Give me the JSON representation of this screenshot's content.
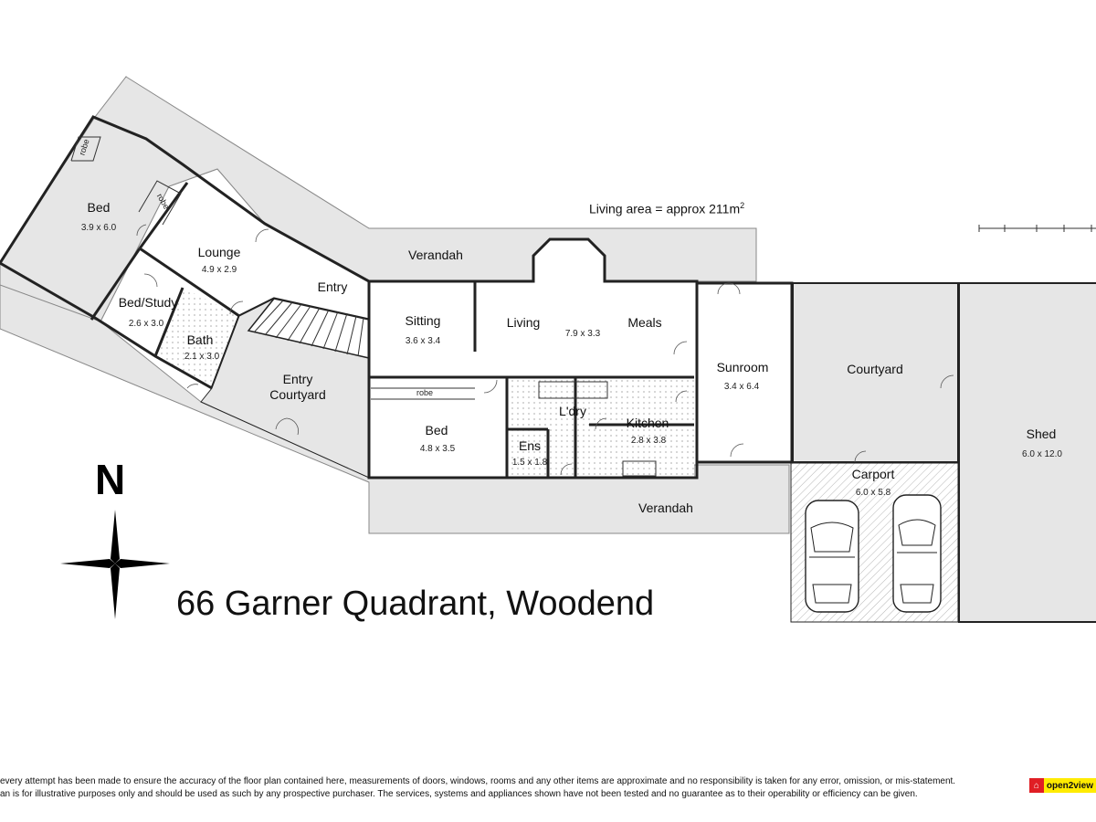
{
  "title": "66 Garner Quadrant, Woodend",
  "living_area": {
    "text": "Living area = approx 211m",
    "sup": "2"
  },
  "compass": {
    "letter": "N"
  },
  "rooms": {
    "bed1": {
      "name": "Bed",
      "dim": "3.9 x 6.0"
    },
    "robe_top": {
      "name": "robe"
    },
    "robe_side": {
      "name": "robe"
    },
    "lounge": {
      "name": "Lounge",
      "dim": "4.9 x 2.9"
    },
    "bed_study": {
      "name": "Bed/Study",
      "dim": "2.6 x 3.0"
    },
    "bath": {
      "name": "Bath",
      "dim": "2.1 x 3.0"
    },
    "entry": {
      "name": "Entry"
    },
    "entry_courtyard": {
      "name1": "Entry",
      "name2": "Courtyard"
    },
    "sitting": {
      "name": "Sitting",
      "dim": "3.6 x 3.4"
    },
    "living": {
      "name": "Living"
    },
    "meals": {
      "name": "Meals"
    },
    "living_meals_dim": "7.9 x 3.3",
    "bed2": {
      "name": "Bed",
      "dim": "4.8 x 3.5"
    },
    "robe_bed2": {
      "name": "robe"
    },
    "ens": {
      "name": "Ens",
      "dim": "1.5 x 1.8"
    },
    "ldry": {
      "name": "L'dry"
    },
    "kitchen": {
      "name": "Kitchen",
      "dim": "2.8 x 3.8"
    },
    "sunroom": {
      "name": "Sunroom",
      "dim": "3.4 x 6.4"
    },
    "courtyard": {
      "name": "Courtyard"
    },
    "carport": {
      "name": "Carport",
      "dim": "6.0 x 5.8"
    },
    "shed": {
      "name": "Shed",
      "dim": "6.0 x 12.0"
    },
    "verandah_top": {
      "name": "Verandah"
    },
    "verandah_bottom": {
      "name": "Verandah"
    }
  },
  "disclaimer": {
    "line1": "every attempt has been made to ensure the accuracy of the floor plan contained here, measurements of doors, windows, rooms and any other items are approximate and no responsibility is taken for any error, omission, or mis-statement.",
    "line2": "an is for illustrative purposes only and should be used as such by any prospective purchaser. The services, systems and appliances shown have not been tested and no guarantee as to their operability or efficiency can be given."
  },
  "logo": {
    "text": "open2view"
  },
  "colors": {
    "verandah": "#e6e6e6",
    "wall": "#222222",
    "logo_red": "#e01e24",
    "logo_yellow": "#ffeb00"
  }
}
